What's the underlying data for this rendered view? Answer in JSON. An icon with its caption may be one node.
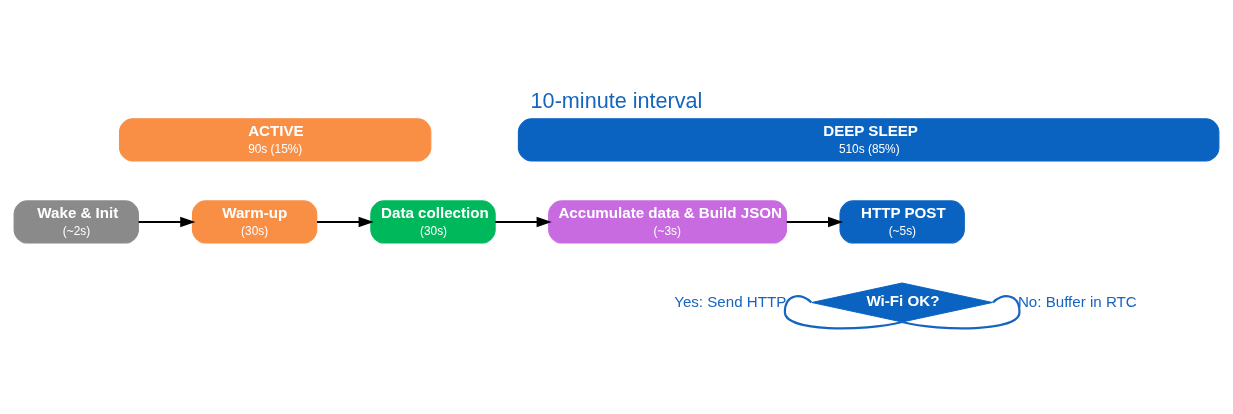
{
  "diagram": {
    "title": "10-minute interval",
    "nodes": [
      {
        "text": [
          "ACTIVE",
          "90s (15%)"
        ]
      },
      {
        "text": [
          "DEEP SLEEP",
          "510s (85%)"
        ]
      },
      {
        "text": [
          "Wake & Init",
          "(~2s)"
        ]
      },
      {
        "text": [
          "Warm-up",
          "(30s)"
        ]
      },
      {
        "text": [
          "Data collection",
          "(30s)"
        ]
      },
      {
        "text": [
          "Accumulate data & Build JSON",
          "(~3s)"
        ]
      },
      {
        "text": [
          "HTTP POST",
          "(~5s)"
        ]
      },
      {
        "text": [
          "Wi-Fi OK?"
        ]
      }
    ],
    "edges": [
      {
        "from": 2,
        "to": 3,
        "arrow": "to"
      },
      {
        "from": 3,
        "to": 4,
        "arrow": "to"
      },
      {
        "from": 4,
        "to": 5,
        "arrow": "to"
      },
      {
        "from": 5,
        "to": 6,
        "arrow": "to"
      },
      {
        "from": 7,
        "to": 7,
        "arrow": "none",
        "label": "Yes: Send HTTP",
        "color": "#1565c0"
      },
      {
        "from": 7,
        "to": 7,
        "arrow": "none",
        "label": "No: Buffer in RTC",
        "color": "#1565c0"
      }
    ]
  }
}
